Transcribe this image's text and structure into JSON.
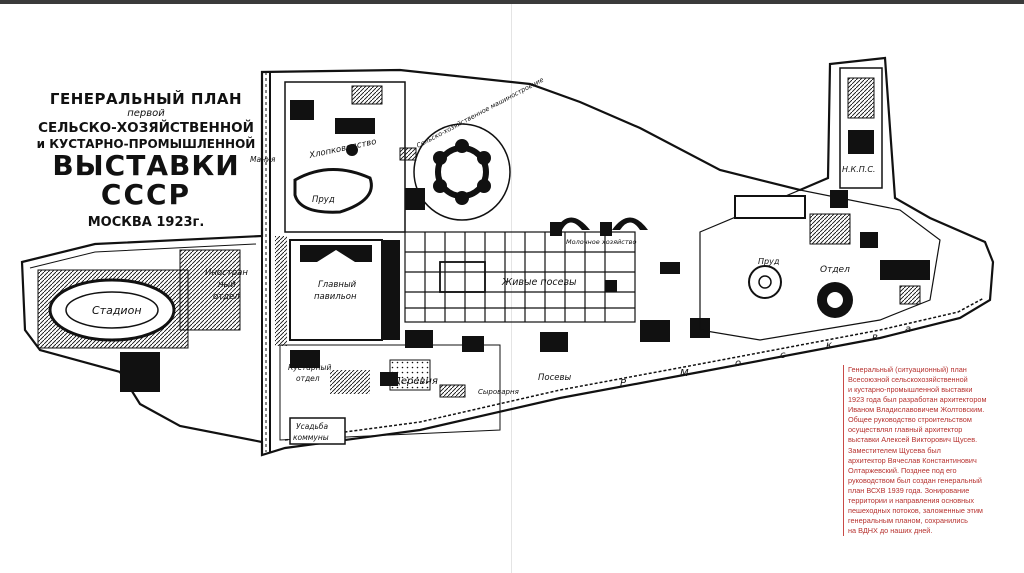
{
  "title": {
    "line1": "ГЕНЕРАЛЬНЫЙ ПЛАН",
    "line2": "первой",
    "line3": "СЕЛЬСКО-ХОЗЯЙСТВЕННОЙ",
    "line4": "и КУСТАРНО-ПРОМЫШЛЕННОЙ",
    "line5": "ВЫСТАВКИ",
    "line6": "СССР",
    "line7": "МОСКВА 1923г."
  },
  "map_labels": {
    "stadium": "Стадион",
    "foreign_dept_1": "Иностран",
    "foreign_dept_2": "ный",
    "foreign_dept_3": "отдел",
    "main_pavilion_1": "Главный",
    "main_pavilion_2": "павильон",
    "mania": "Мания",
    "cotton": "Хлопководство",
    "pond_1": "Пруд",
    "agri_machinery": "Сельско-хозяйственное машиностроение",
    "live_crops": "Живые посевы",
    "crops": "Посевы",
    "village": "Деревня",
    "kustar_1": "Кустарный",
    "kustar_2": "отдел",
    "estate_1": "Усадьба",
    "estate_2": "коммуны",
    "syrovarnya": "Сыроварня",
    "milk": "Молочное хозяйство",
    "pond_2": "Пруд",
    "dept": "Отдел",
    "nkps": "Н.К.П.С.",
    "river_letters": [
      "Р",
      "М",
      "о",
      "с",
      "к",
      "в",
      "а"
    ]
  },
  "caption": {
    "lines": [
      "Генеральный (ситуационный) план",
      "Всесоюзной сельскохозяйственной",
      "и кустарно-промышленной выставки",
      "1923 года был разработан архитектором",
      "Иваном Владиславовичем Жолтовским.",
      "Общее руководство строительством",
      "осуществлял главный архитектор",
      "выставки Алексей Викторович Щусев.",
      "Заместителем Щусева был",
      "архитектор Вячеслав Константинович",
      "Олтаржевский. Позднее под его",
      "руководством был создан генеральный",
      "план ВСХВ 1939 года. Зонирование",
      "территории и направления основных",
      "пешеходных потоков, заложенные этим",
      "генеральным планом, сохранились",
      "на ВДНХ до наших дней."
    ]
  },
  "colors": {
    "ink": "#111111",
    "caption_red": "#b7322f",
    "background": "#ffffff"
  }
}
